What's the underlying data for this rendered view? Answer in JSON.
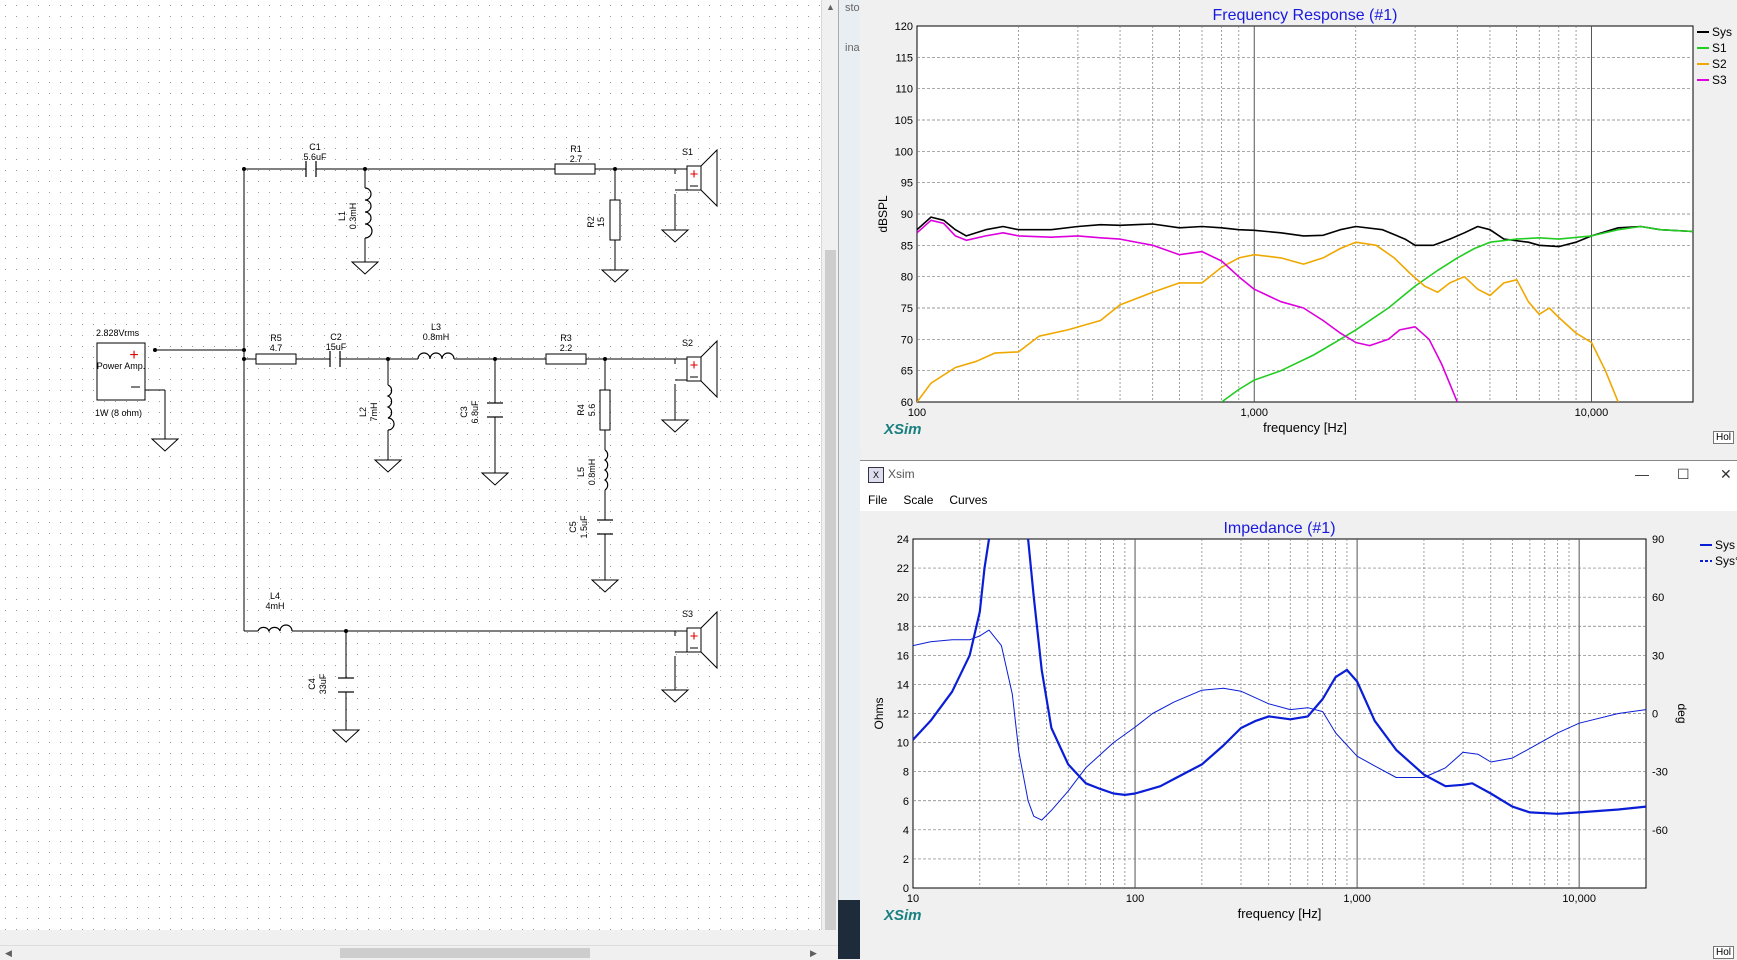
{
  "schematic": {
    "source": {
      "name": "Power Amp.",
      "voltage": "2.828Vrms",
      "power": "1W (8 ohm)"
    },
    "components": [
      {
        "name": "C1",
        "value": "5.6uF"
      },
      {
        "name": "L1",
        "value": "0.3mH"
      },
      {
        "name": "R1",
        "value": "2.7"
      },
      {
        "name": "R2",
        "value": "15"
      },
      {
        "name": "R5",
        "value": "4.7"
      },
      {
        "name": "C2",
        "value": "15uF"
      },
      {
        "name": "L3",
        "value": "0.8mH"
      },
      {
        "name": "L2",
        "value": "7mH"
      },
      {
        "name": "C3",
        "value": "6.8uF"
      },
      {
        "name": "R3",
        "value": "2.2"
      },
      {
        "name": "R4",
        "value": "5.6"
      },
      {
        "name": "L5",
        "value": "0.8mH"
      },
      {
        "name": "C5",
        "value": "1.5uF"
      },
      {
        "name": "L4",
        "value": "4mH"
      },
      {
        "name": "C4",
        "value": "33uF"
      }
    ],
    "speakers": [
      "S1",
      "S2",
      "S3"
    ]
  },
  "side_stub": {
    "top": "sto",
    "second": "ina"
  },
  "freq_window": {
    "hold_label": "Hol",
    "brand": "XSim"
  },
  "imp_window": {
    "title": "Xsim",
    "menu": [
      "File",
      "Scale",
      "Curves"
    ],
    "hold_label": "Hol",
    "brand": "XSim"
  },
  "colors": {
    "sys": "#000000",
    "s1": "#22cc22",
    "s2": "#f0a800",
    "s3": "#dd00dd",
    "imp": "#0a1ed6",
    "brand": "#1a8080",
    "title": "#1a1adf"
  },
  "chart_data": [
    {
      "type": "line",
      "title": "Frequency Response (#1)",
      "xlabel": "frequency [Hz]",
      "ylabel": "dBSPL",
      "xscale": "log",
      "xlim": [
        100,
        20000
      ],
      "ylim": [
        60,
        120
      ],
      "yticks": [
        60,
        65,
        70,
        75,
        80,
        85,
        90,
        95,
        100,
        105,
        110,
        115,
        120
      ],
      "xtick_labels": [
        {
          "v": 100,
          "t": "100"
        },
        {
          "v": 1000,
          "t": "1,000"
        },
        {
          "v": 10000,
          "t": "10,000"
        }
      ],
      "grid": true,
      "legend": "right",
      "series": [
        {
          "name": "Sys",
          "color": "#000000",
          "points": [
            [
              100,
              87.5
            ],
            [
              110,
              89.5
            ],
            [
              120,
              89
            ],
            [
              130,
              87.5
            ],
            [
              140,
              86.5
            ],
            [
              160,
              87.5
            ],
            [
              180,
              88
            ],
            [
              200,
              87.5
            ],
            [
              250,
              87.5
            ],
            [
              300,
              88
            ],
            [
              350,
              88.3
            ],
            [
              400,
              88.2
            ],
            [
              500,
              88.4
            ],
            [
              600,
              87.8
            ],
            [
              700,
              88
            ],
            [
              800,
              87.8
            ],
            [
              900,
              87.5
            ],
            [
              1000,
              87.4
            ],
            [
              1200,
              87
            ],
            [
              1400,
              86.5
            ],
            [
              1600,
              86.6
            ],
            [
              1800,
              87.5
            ],
            [
              2000,
              88
            ],
            [
              2400,
              87.5
            ],
            [
              2800,
              86
            ],
            [
              3000,
              85
            ],
            [
              3400,
              85
            ],
            [
              3800,
              86
            ],
            [
              4200,
              87
            ],
            [
              4600,
              88
            ],
            [
              5000,
              87.5
            ],
            [
              5500,
              86
            ],
            [
              6500,
              85.5
            ],
            [
              7000,
              85
            ],
            [
              8000,
              84.8
            ],
            [
              9000,
              85.5
            ],
            [
              10000,
              86.5
            ],
            [
              12000,
              87.8
            ],
            [
              14000,
              88
            ],
            [
              16000,
              87.5
            ],
            [
              20000,
              87.2
            ]
          ]
        },
        {
          "name": "S1",
          "color": "#22cc22",
          "points": [
            [
              800,
              60
            ],
            [
              900,
              62
            ],
            [
              1000,
              63.5
            ],
            [
              1200,
              65
            ],
            [
              1500,
              67.5
            ],
            [
              1800,
              70
            ],
            [
              2000,
              71.5
            ],
            [
              2500,
              75
            ],
            [
              3000,
              78.5
            ],
            [
              3500,
              81
            ],
            [
              4000,
              83
            ],
            [
              4500,
              84.5
            ],
            [
              5000,
              85.5
            ],
            [
              6000,
              86
            ],
            [
              7000,
              86.2
            ],
            [
              8000,
              86
            ],
            [
              10000,
              86.5
            ],
            [
              12000,
              87.5
            ],
            [
              14000,
              88
            ],
            [
              16000,
              87.5
            ],
            [
              20000,
              87.2
            ]
          ]
        },
        {
          "name": "S2",
          "color": "#f0a800",
          "points": [
            [
              100,
              60
            ],
            [
              110,
              63
            ],
            [
              130,
              65.5
            ],
            [
              150,
              66.5
            ],
            [
              170,
              67.8
            ],
            [
              200,
              68
            ],
            [
              230,
              70.5
            ],
            [
              280,
              71.5
            ],
            [
              350,
              73
            ],
            [
              400,
              75.5
            ],
            [
              500,
              77.5
            ],
            [
              600,
              79
            ],
            [
              700,
              79
            ],
            [
              800,
              81.5
            ],
            [
              900,
              83
            ],
            [
              1000,
              83.5
            ],
            [
              1200,
              83
            ],
            [
              1400,
              82
            ],
            [
              1600,
              83
            ],
            [
              1800,
              84.5
            ],
            [
              2000,
              85.5
            ],
            [
              2300,
              85
            ],
            [
              2600,
              83
            ],
            [
              2900,
              80.5
            ],
            [
              3200,
              78.5
            ],
            [
              3500,
              77.5
            ],
            [
              3800,
              79
            ],
            [
              4200,
              80
            ],
            [
              4600,
              78
            ],
            [
              5000,
              77
            ],
            [
              5500,
              79
            ],
            [
              6000,
              79.5
            ],
            [
              6500,
              76
            ],
            [
              7000,
              74
            ],
            [
              7500,
              75
            ],
            [
              8000,
              73.5
            ],
            [
              9000,
              71
            ],
            [
              10000,
              69.5
            ],
            [
              11000,
              65
            ],
            [
              12000,
              60
            ]
          ]
        },
        {
          "name": "S3",
          "color": "#dd00dd",
          "points": [
            [
              100,
              87
            ],
            [
              110,
              89
            ],
            [
              120,
              88.5
            ],
            [
              130,
              86.5
            ],
            [
              140,
              85.8
            ],
            [
              160,
              86.5
            ],
            [
              180,
              87
            ],
            [
              200,
              86.5
            ],
            [
              250,
              86.3
            ],
            [
              300,
              86.5
            ],
            [
              350,
              86.2
            ],
            [
              400,
              86
            ],
            [
              500,
              85
            ],
            [
              600,
              83.5
            ],
            [
              700,
              84
            ],
            [
              800,
              82.5
            ],
            [
              900,
              80
            ],
            [
              1000,
              78
            ],
            [
              1200,
              76
            ],
            [
              1400,
              75
            ],
            [
              1600,
              73
            ],
            [
              1800,
              71
            ],
            [
              2000,
              69.5
            ],
            [
              2200,
              69
            ],
            [
              2500,
              70
            ],
            [
              2700,
              71.5
            ],
            [
              3000,
              72
            ],
            [
              3300,
              70
            ],
            [
              3600,
              66
            ],
            [
              4000,
              60
            ]
          ]
        }
      ]
    },
    {
      "type": "line",
      "title": "Impedance (#1)",
      "xlabel": "frequency [Hz]",
      "ylabel": "Ohms",
      "y2label": "deg",
      "xscale": "log",
      "xlim": [
        10,
        20000
      ],
      "ylim": [
        0,
        24
      ],
      "y2lim": [
        -90,
        90
      ],
      "yticks": [
        0,
        2,
        4,
        6,
        8,
        10,
        12,
        14,
        16,
        18,
        20,
        22,
        24
      ],
      "y2ticks": [
        -60,
        -30,
        0,
        30,
        60,
        90
      ],
      "xtick_labels": [
        {
          "v": 10,
          "t": "10"
        },
        {
          "v": 100,
          "t": "100"
        },
        {
          "v": 1000,
          "t": "1,000"
        },
        {
          "v": 10000,
          "t": "10,000"
        }
      ],
      "grid": true,
      "legend": "right",
      "series": [
        {
          "name": "Sys",
          "color": "#0a1ed6",
          "axis": "left",
          "width": 2.2,
          "dashed": false,
          "points": [
            [
              10,
              10.2
            ],
            [
              12,
              11.5
            ],
            [
              15,
              13.5
            ],
            [
              18,
              16
            ],
            [
              20,
              19
            ],
            [
              21,
              22
            ],
            [
              22,
              24
            ]
          ]
        },
        {
          "name": "",
          "color": "#0a1ed6",
          "axis": "left",
          "width": 2.2,
          "dashed": false,
          "points": [
            [
              33,
              24
            ],
            [
              35,
              20
            ],
            [
              38,
              15
            ],
            [
              42,
              11
            ],
            [
              50,
              8.5
            ],
            [
              60,
              7.2
            ],
            [
              70,
              6.8
            ],
            [
              80,
              6.5
            ],
            [
              90,
              6.4
            ],
            [
              100,
              6.5
            ],
            [
              130,
              7
            ],
            [
              150,
              7.5
            ],
            [
              200,
              8.5
            ],
            [
              250,
              9.8
            ],
            [
              300,
              11
            ],
            [
              350,
              11.5
            ],
            [
              400,
              11.8
            ],
            [
              500,
              11.6
            ],
            [
              600,
              11.8
            ],
            [
              700,
              13
            ],
            [
              800,
              14.5
            ],
            [
              900,
              15
            ],
            [
              1000,
              14.2
            ],
            [
              1200,
              11.5
            ],
            [
              1500,
              9.5
            ],
            [
              2000,
              7.8
            ],
            [
              2500,
              7.0
            ],
            [
              3000,
              7.1
            ],
            [
              3300,
              7.2
            ],
            [
              4000,
              6.5
            ],
            [
              5000,
              5.6
            ],
            [
              6000,
              5.2
            ],
            [
              8000,
              5.1
            ],
            [
              10000,
              5.2
            ],
            [
              15000,
              5.4
            ],
            [
              20000,
              5.6
            ]
          ]
        },
        {
          "name": "Sys°",
          "color": "#0a1ed6",
          "axis": "right",
          "width": 1.0,
          "dashed": false,
          "points": [
            [
              10,
              35
            ],
            [
              12,
              37
            ],
            [
              15,
              38
            ],
            [
              18,
              38
            ],
            [
              20,
              40
            ],
            [
              22,
              43
            ],
            [
              25,
              35
            ],
            [
              28,
              10
            ],
            [
              30,
              -20
            ],
            [
              33,
              -45
            ],
            [
              35,
              -53
            ],
            [
              38,
              -55
            ],
            [
              42,
              -50
            ],
            [
              50,
              -40
            ],
            [
              60,
              -28
            ],
            [
              80,
              -15
            ],
            [
              100,
              -7
            ],
            [
              120,
              0
            ],
            [
              150,
              6
            ],
            [
              200,
              12
            ],
            [
              250,
              13
            ],
            [
              300,
              11.5
            ],
            [
              400,
              5
            ],
            [
              500,
              2
            ],
            [
              600,
              3
            ],
            [
              700,
              1
            ],
            [
              800,
              -10
            ],
            [
              1000,
              -22
            ],
            [
              1200,
              -27
            ],
            [
              1500,
              -33
            ],
            [
              2000,
              -33
            ],
            [
              2500,
              -28
            ],
            [
              3000,
              -20
            ],
            [
              3500,
              -21
            ],
            [
              4000,
              -25
            ],
            [
              5000,
              -23
            ],
            [
              6000,
              -18
            ],
            [
              8000,
              -10
            ],
            [
              10000,
              -5
            ],
            [
              15000,
              0
            ],
            [
              20000,
              2
            ]
          ]
        }
      ]
    }
  ]
}
